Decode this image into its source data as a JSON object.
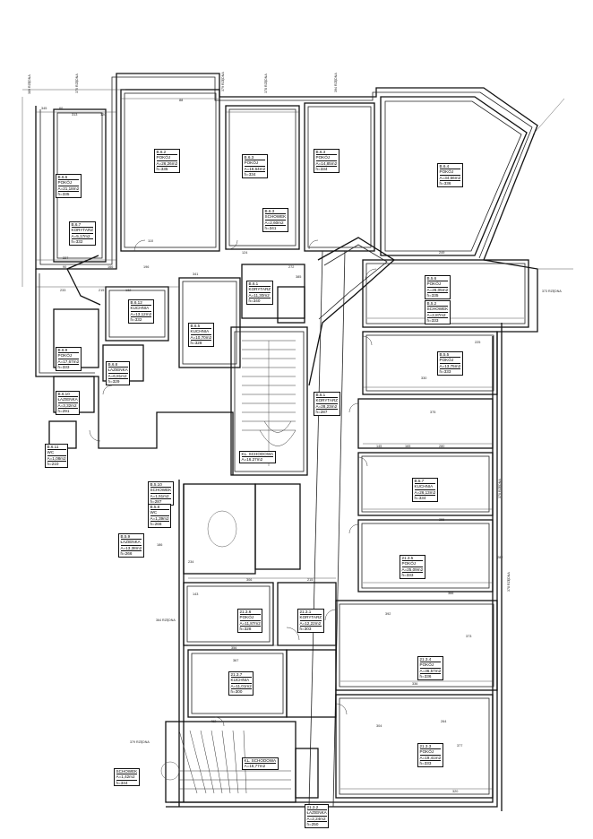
{
  "rooms": [
    {
      "id": "B.6.6",
      "name": "POKÓJ",
      "area": "A=21,18m2",
      "height": "h=335"
    },
    {
      "id": "B.6.2",
      "name": "POKÓJ",
      "area": "A=26,26m2",
      "height": "h=335"
    },
    {
      "id": "B.6.3",
      "name": "POKÓJ",
      "area": "A=16,64m2",
      "height": "h=334"
    },
    {
      "id": "B.6.3",
      "name": "POKÓJ",
      "area": "A=14,85m2",
      "height": "h=334"
    },
    {
      "id": "B.6.4",
      "name": "POKÓJ",
      "area": "A=34,66m2",
      "height": "h=336"
    },
    {
      "id": "B.6.7",
      "name": "KORYTARZ",
      "area": "A=5,17m2",
      "height": "h=332"
    },
    {
      "id": "B.6.3",
      "name": "SCHOWEK",
      "area": "A=2,60m2",
      "height": "h=341"
    },
    {
      "id": "B.5.6",
      "name": "POKÓJ",
      "area": "A=26,05m2",
      "height": "h=335"
    },
    {
      "id": "B.5.2",
      "name": "SCHOWEK",
      "area": "A=2,87m2",
      "height": "h=333"
    },
    {
      "id": "B.6.1",
      "name": "KORYTARZ",
      "area": "A=11,30m2",
      "height": "h=340"
    },
    {
      "id": "B.6.12",
      "name": "KUCHNIA",
      "area": "A=13,12m2",
      "height": "h=332"
    },
    {
      "id": "B.6.5",
      "name": "KUCHNIA",
      "area": "A=10,70m2",
      "height": "h=328"
    },
    {
      "id": "B.6.9",
      "name": "POKÓJ",
      "area": "A=17,67m2",
      "height": "h=333"
    },
    {
      "id": "B.6.8",
      "name": "ŁAZIENKA",
      "area": "A=6,81m2",
      "height": "h=329"
    },
    {
      "id": "B.6.10",
      "name": "ŁAZIENKA",
      "area": "A=3,32m2",
      "height": "h=291"
    },
    {
      "id": "B.5.5",
      "name": "POKÓJ",
      "area": "A=13,75m2",
      "height": "h=333"
    },
    {
      "id": "B.5.1",
      "name": "KORYTARZ",
      "area": "A=28,23m2",
      "height": "h=287"
    },
    {
      "id": "B.6.11",
      "name": "WC",
      "area": "A=1,08m2",
      "height": "h=210"
    },
    {
      "id": "",
      "name": "KL. SCHODOWA",
      "area": "A=16,27m2",
      "height": ""
    },
    {
      "id": "B.5.7",
      "name": "KUCHNIA",
      "area": "A=26,13m2",
      "height": "h=334"
    },
    {
      "id": "B.5.10",
      "name": "SCHOWEK",
      "area": "A=1,51m2",
      "height": "h=287"
    },
    {
      "id": "B.5.8",
      "name": "WC",
      "area": "A=1,39m2",
      "height": "h=266"
    },
    {
      "id": "B.5.9",
      "name": "ŁAZIENKA",
      "area": "A=13,38m2",
      "height": "h=266"
    },
    {
      "id": "21.3.5",
      "name": "POKÓJ",
      "area": "A=25,09m2",
      "height": "h=333"
    },
    {
      "id": "21.3.6",
      "name": "POKÓJ",
      "area": "A=11,87m2",
      "height": "h=328"
    },
    {
      "id": "21.3.1",
      "name": "KORYTARZ",
      "area": "A=12,22m2",
      "height": "h=303"
    },
    {
      "id": "21.3.4",
      "name": "POKÓJ",
      "area": "A=36,57m2",
      "height": "h=336"
    },
    {
      "id": "21.3.7",
      "name": "KUCHNIA",
      "area": "A=11,01m2",
      "height": "h=300"
    },
    {
      "id": "21.3.3",
      "name": "POKÓJ",
      "area": "A=19,41m2",
      "height": "h=333"
    },
    {
      "id": "",
      "name": "KL. SCHODOWA",
      "area": "A=16,77m2",
      "height": ""
    },
    {
      "id": "",
      "name": "SCHOWEK",
      "area": "A=1,42m2",
      "height": "h=344"
    },
    {
      "id": "21.3.2",
      "name": "ŁAZIENKA",
      "area": "A=2,24m2",
      "height": "h=250"
    }
  ],
  "dimensions": [
    "345",
    "60",
    "313",
    "120",
    "110",
    "88",
    "90",
    "166",
    "196",
    "272",
    "341",
    "385",
    "227",
    "233",
    "249",
    "124",
    "132",
    "215",
    "225",
    "330",
    "375",
    "280",
    "145",
    "165",
    "355",
    "366",
    "373",
    "336",
    "320",
    "306",
    "215",
    "356",
    "377",
    "392",
    "367",
    "462",
    "304",
    "264",
    "143",
    "186",
    "234",
    "282"
  ],
  "elevations": [
    "370 RZĘDNA",
    "379 RZĘDNA",
    "378 RZĘDNA",
    "394 RZĘDNA",
    "389 RZĘDNA",
    "373 RZĘDNA",
    "370 RZĘDNA",
    "378 RZĘDNA",
    "364 RZĘDNA",
    "379 RZĘDNA"
  ]
}
